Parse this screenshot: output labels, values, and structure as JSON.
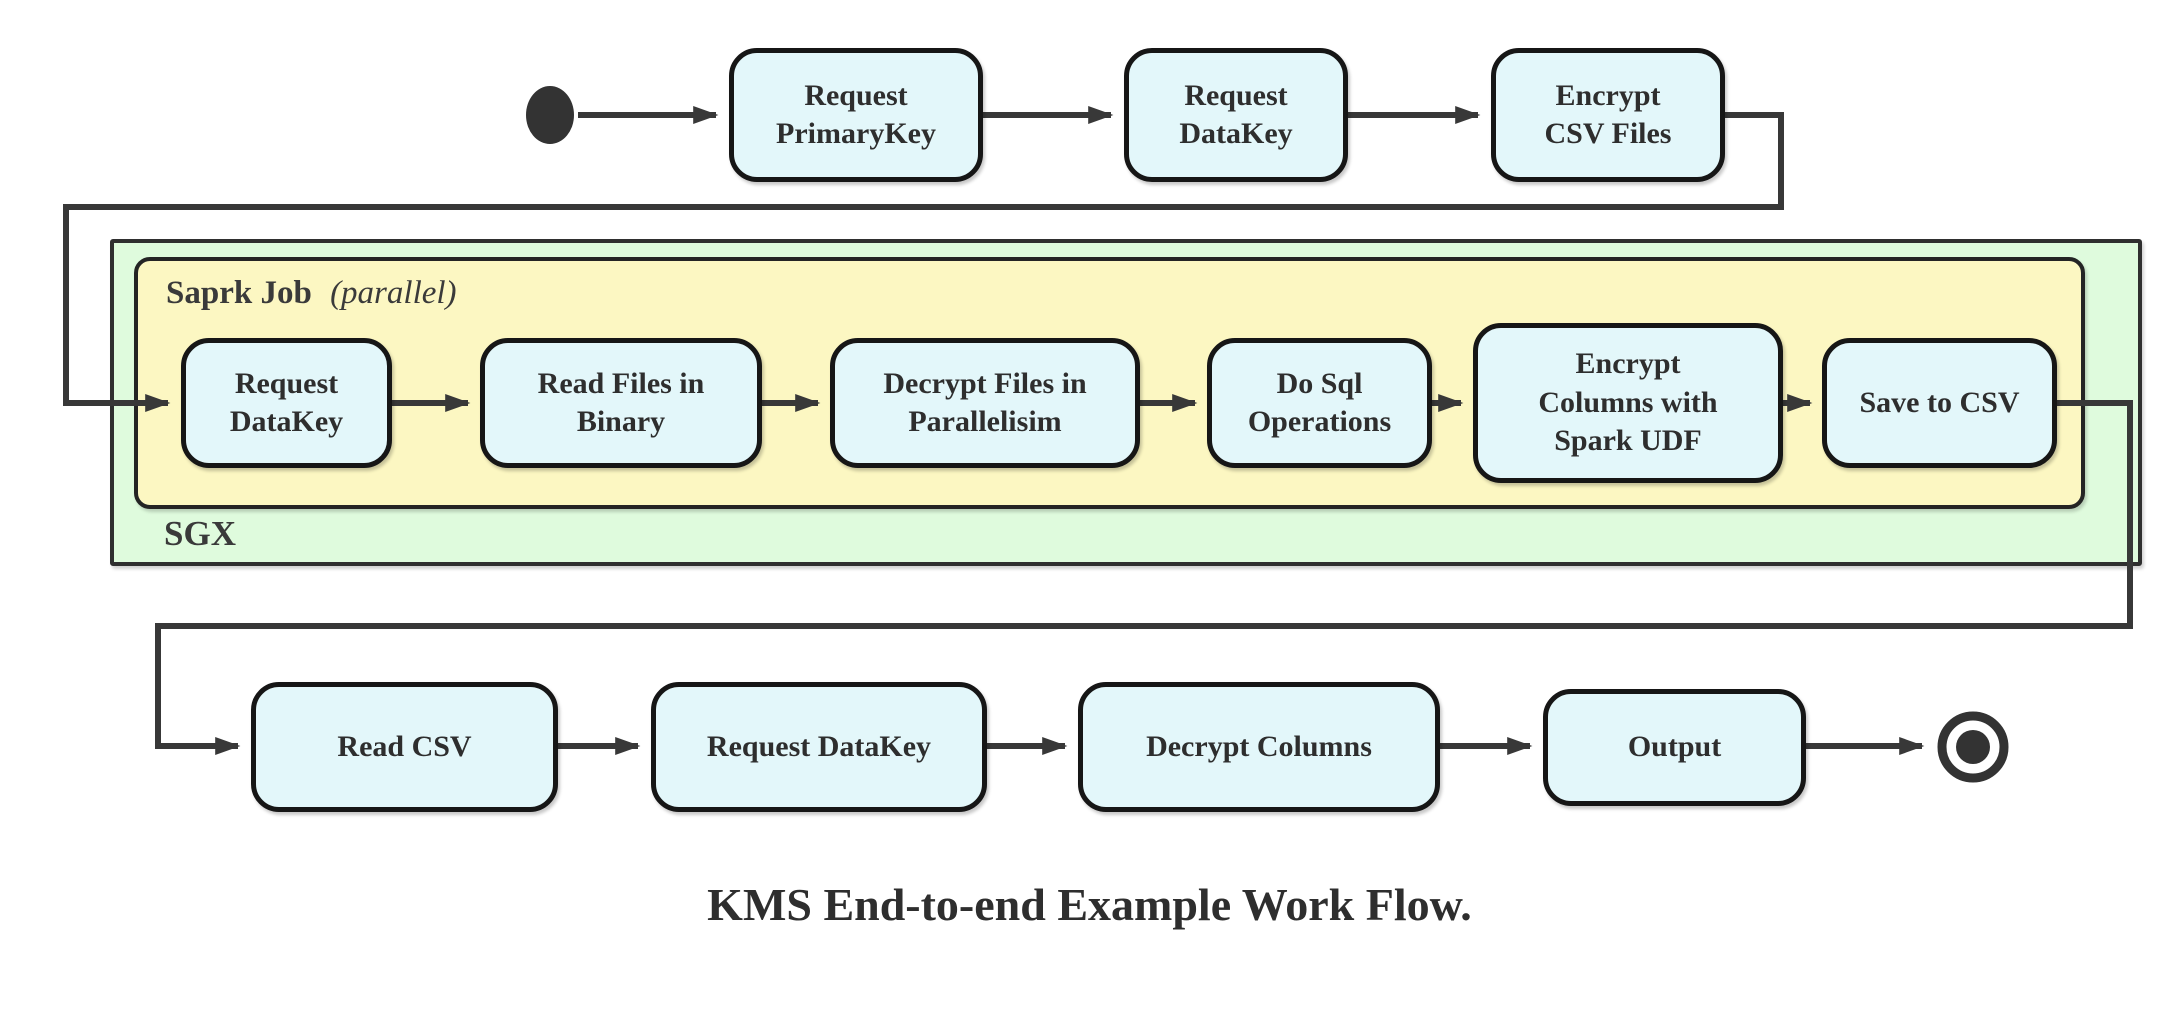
{
  "diagram": {
    "caption": "KMS End-to-end Example Work Flow.",
    "containers": {
      "sgx": {
        "label": "SGX",
        "fill": "#dffbdd"
      },
      "spark_job": {
        "label_bold": "Saprk Job",
        "label_italic": "(parallel)",
        "fill": "#fcf7c2"
      }
    },
    "colors": {
      "node_fill": "#e3f7fa",
      "node_border": "#161616",
      "edge": "#383838",
      "text": "#2e2e2e"
    },
    "nodes": {
      "top": [
        "Request\nPrimaryKey",
        "Request\nDataKey",
        "Encrypt\nCSV Files"
      ],
      "middle": [
        "Request\nDataKey",
        "Read Files in\nBinary",
        "Decrypt Files in\nParallelisim",
        "Do Sql\nOperations",
        "Encrypt\nColumns with\nSpark UDF",
        "Save to CSV"
      ],
      "bottom": [
        "Read CSV",
        "Request DataKey",
        "Decrypt Columns",
        "Output"
      ]
    },
    "markers": {
      "start_node": "initial-state",
      "end_node": "final-state"
    }
  }
}
